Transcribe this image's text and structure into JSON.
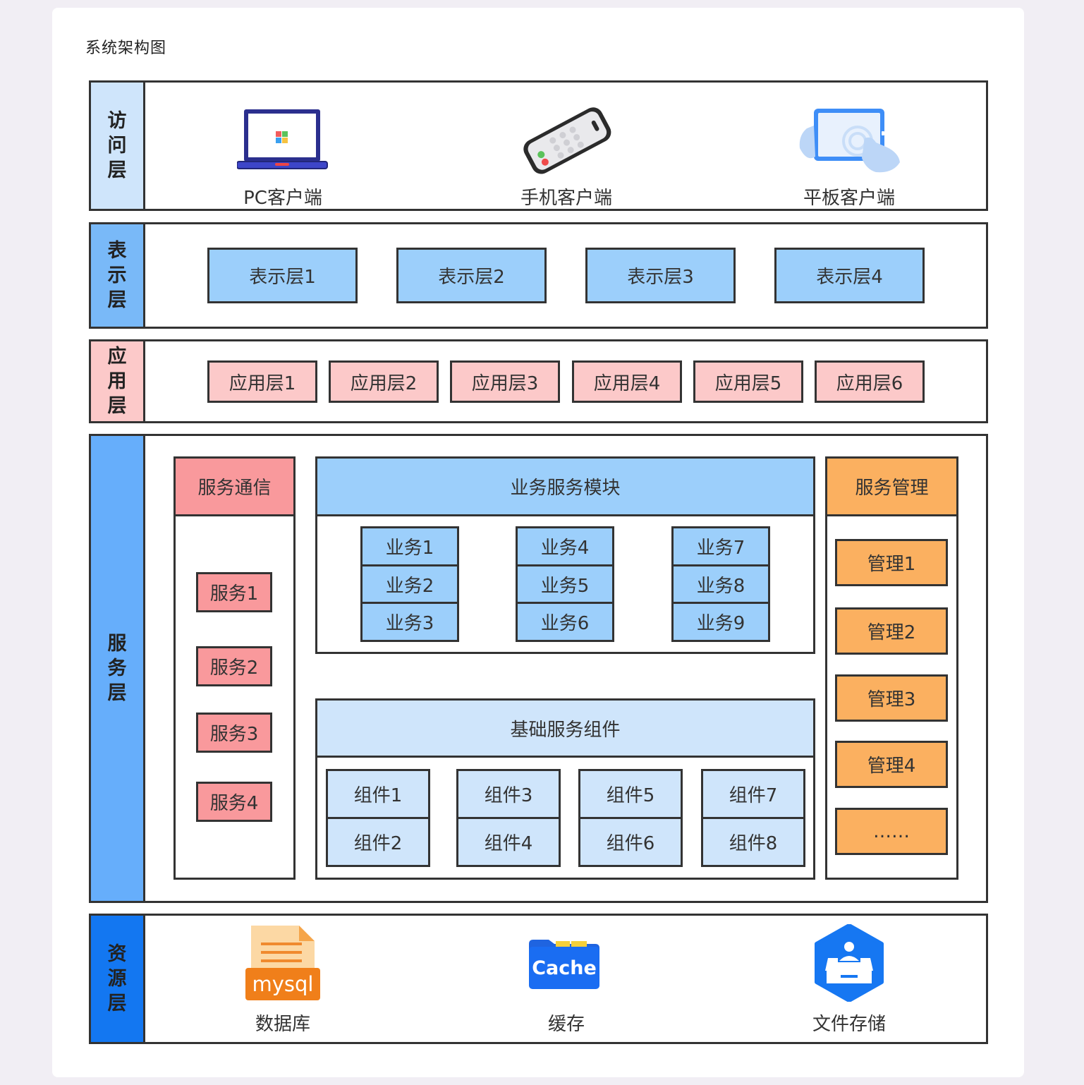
{
  "title": "系统架构图",
  "colors": {
    "access_label": "#cfe5fb",
    "presentation_label": "#79b9f8",
    "application_label": "#fcc9c9",
    "service_label": "#66aefb",
    "resource_label": "#1377f1",
    "presentation_box": "#9ccffb",
    "application_box": "#fcc9c9",
    "service_comm": "#f9999c",
    "business": "#9ccffb",
    "basic": "#cfe5fb",
    "management": "#fbb060"
  },
  "access_layer": {
    "label": [
      "访",
      "问",
      "层"
    ],
    "clients": [
      {
        "label": "PC客户端",
        "icon": "laptop-icon"
      },
      {
        "label": "手机客户端",
        "icon": "phone-icon"
      },
      {
        "label": "平板客户端",
        "icon": "tablet-icon"
      }
    ]
  },
  "presentation_layer": {
    "label": [
      "表",
      "示",
      "层"
    ],
    "items": [
      "表示层1",
      "表示层2",
      "表示层3",
      "表示层4"
    ]
  },
  "application_layer": {
    "label": [
      "应",
      "用",
      "层"
    ],
    "items": [
      "应用层1",
      "应用层2",
      "应用层3",
      "应用层4",
      "应用层5",
      "应用层6"
    ]
  },
  "service_layer": {
    "label": [
      "服",
      "务",
      "层"
    ],
    "communication": {
      "title": "服务通信",
      "items": [
        "服务1",
        "服务2",
        "服务3",
        "服务4"
      ]
    },
    "business": {
      "title": "业务服务模块",
      "columns": [
        [
          "业务1",
          "业务2",
          "业务3"
        ],
        [
          "业务4",
          "业务5",
          "业务6"
        ],
        [
          "业务7",
          "业务8",
          "业务9"
        ]
      ]
    },
    "basic": {
      "title": "基础服务组件",
      "columns": [
        [
          "组件1",
          "组件2"
        ],
        [
          "组件3",
          "组件4"
        ],
        [
          "组件5",
          "组件6"
        ],
        [
          "组件7",
          "组件8"
        ]
      ]
    },
    "management": {
      "title": "服务管理",
      "items": [
        "管理1",
        "管理2",
        "管理3",
        "管理4",
        "……"
      ]
    }
  },
  "resource_layer": {
    "label": [
      "资",
      "源",
      "层"
    ],
    "items": [
      {
        "label": "数据库",
        "icon": "mysql-icon",
        "icon_text": "mysql"
      },
      {
        "label": "缓存",
        "icon": "cache-icon",
        "icon_text": "Cache"
      },
      {
        "label": "文件存储",
        "icon": "file-storage-icon"
      }
    ]
  }
}
